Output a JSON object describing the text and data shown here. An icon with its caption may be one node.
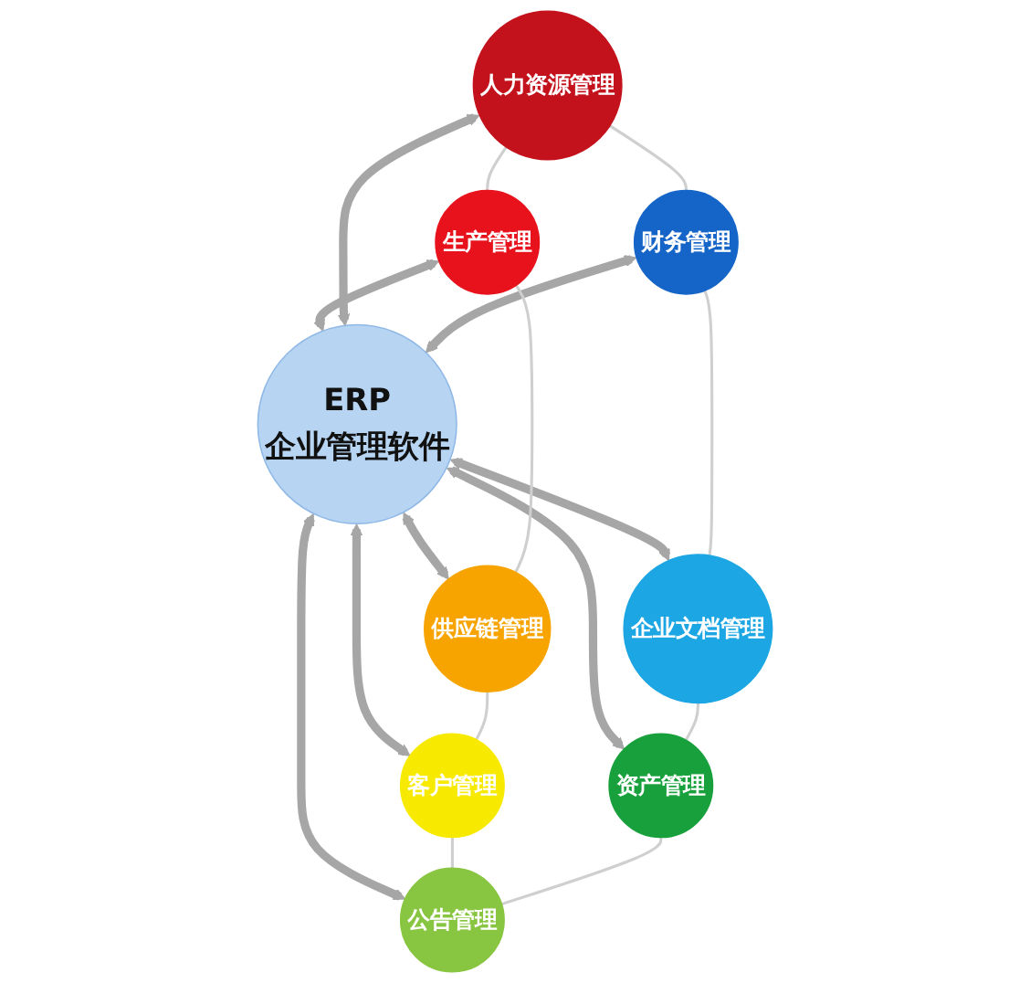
{
  "diagram": {
    "nodes": [
      {
        "text": [
          "ERP",
          "企业管理软件"
        ]
      },
      {
        "text": [
          "人力资源管理"
        ]
      },
      {
        "text": [
          "财务管理"
        ]
      },
      {
        "text": [
          "企业文档管理"
        ]
      },
      {
        "text": [
          "资产管理"
        ]
      },
      {
        "text": [
          "公告管理"
        ]
      },
      {
        "text": [
          "客户管理"
        ]
      },
      {
        "text": [
          "供应链管理"
        ]
      },
      {
        "text": [
          "生产管理"
        ]
      }
    ],
    "edges": [
      {
        "from": 8,
        "to": 0,
        "arrow": "both",
        "style": "thick"
      },
      {
        "from": 1,
        "to": 0,
        "arrow": "both",
        "style": "thick"
      },
      {
        "from": 2,
        "to": 0,
        "arrow": "both",
        "style": "thick"
      },
      {
        "from": 0,
        "to": 7,
        "arrow": "both",
        "style": "thick"
      },
      {
        "from": 0,
        "to": 3,
        "arrow": "both",
        "style": "thick"
      },
      {
        "from": 0,
        "to": 6,
        "arrow": "both",
        "style": "thick"
      },
      {
        "from": 0,
        "to": 5,
        "arrow": "both",
        "style": "thick"
      },
      {
        "from": 0,
        "to": 4,
        "arrow": "both",
        "style": "thick"
      },
      {
        "from": 1,
        "to": 8,
        "arrow": "none",
        "color": "#cfcfcf"
      },
      {
        "from": 1,
        "to": 2,
        "arrow": "none",
        "color": "#cfcfcf"
      },
      {
        "from": 8,
        "to": 7,
        "arrow": "none",
        "color": "#cfcfcf"
      },
      {
        "from": 2,
        "to": 3,
        "arrow": "none",
        "color": "#cfcfcf"
      },
      {
        "from": 7,
        "to": 6,
        "arrow": "none",
        "color": "#cfcfcf"
      },
      {
        "from": 3,
        "to": 4,
        "arrow": "none",
        "color": "#cfcfcf"
      },
      {
        "from": 6,
        "to": 5,
        "arrow": "none",
        "color": "#cfcfcf"
      },
      {
        "from": 4,
        "to": 5,
        "arrow": "none",
        "color": "#cfcfcf"
      }
    ]
  }
}
